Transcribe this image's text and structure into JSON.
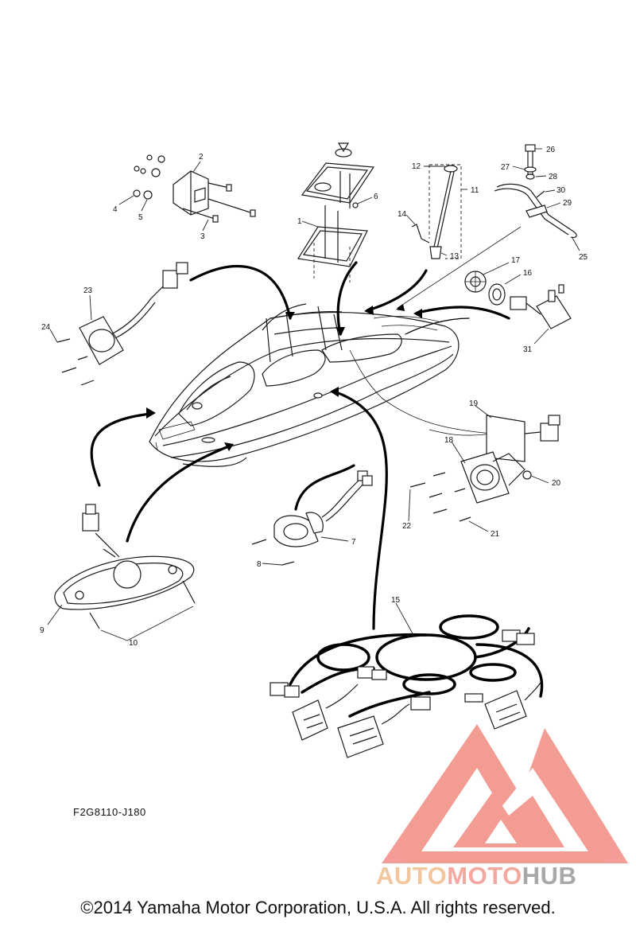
{
  "diagram": {
    "code": "F2G8110-J180",
    "copyright": "©2014 Yamaha Motor Corporation, U.S.A. All rights reserved.",
    "callouts": [
      "1",
      "2",
      "3",
      "4",
      "5",
      "6",
      "7",
      "8",
      "9",
      "10",
      "11",
      "12",
      "13",
      "14",
      "15",
      "16",
      "17",
      "18",
      "19",
      "20",
      "21",
      "22",
      "23",
      "24",
      "25",
      "26",
      "27",
      "28",
      "29",
      "30",
      "31"
    ]
  },
  "watermark": {
    "auto": "AUTO",
    "moto": "MOTO",
    "hub": "HUB",
    "logo_color": "#f28b82",
    "auto_color": "#f2c79e",
    "hub_color": "#a8a8a8"
  }
}
